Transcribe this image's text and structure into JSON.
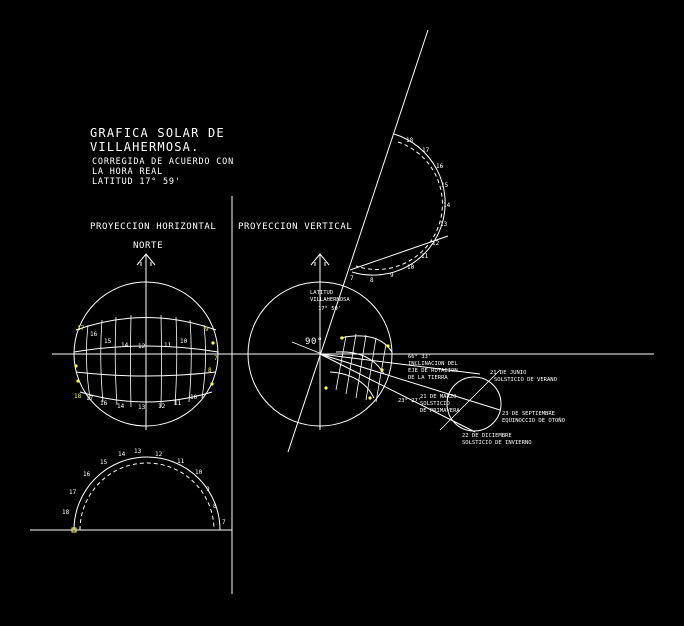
{
  "title": {
    "line1": "GRAFICA SOLAR DE",
    "line2": "VILLAHERMOSA.",
    "note1": "CORREGIDA DE ACUERDO CON",
    "note2": "LA HORA REAL",
    "note3": "LATITUD 17° 59'"
  },
  "horizontal": {
    "heading": "PROYECCION HORIZONTAL",
    "north": "NORTE",
    "hours_left": [
      "17",
      "16",
      "15",
      "14",
      "13",
      "12",
      "11",
      "10",
      "9"
    ],
    "hours_bottom": [
      "18",
      "17",
      "16",
      "15",
      "14",
      "13",
      "12",
      "11",
      "10",
      "9",
      "8"
    ],
    "hours_right": [
      "8",
      "7"
    ]
  },
  "sunpath_arc": {
    "hours": [
      "18",
      "17",
      "16",
      "15",
      "14",
      "13",
      "12",
      "11",
      "10",
      "9",
      "8",
      "7"
    ]
  },
  "vertical": {
    "heading": "PROYECCION VERTICAL",
    "angle_90": "90°",
    "latitud_label1": "LATITUD",
    "latitud_label2": "VILLAHERMOSA",
    "latitud_value": "17° 59'",
    "incl1": "INCLINACION DEL",
    "incl2": "EJE DE ROTACION",
    "incl3": "DE LA TIERRA",
    "incl_value": "66° 33'",
    "angle_2327": "23° 27'",
    "marzo1": "21 DE MARZO",
    "marzo2": "SOLSTICIO",
    "marzo3": "DE PRIMAVERA",
    "junio1": "21 DE JUNIO",
    "junio2": "SOLSTICIO DE VERANO",
    "sept1": "23 DE SEPTIEMBRE",
    "sept2": "EQUINOCCIO DE OTOÑO",
    "dic1": "22 DE DICIEMBRE",
    "dic2": "SOLSTICIO DE INVIERNO"
  },
  "top_arc": {
    "hours": [
      "18",
      "17",
      "16",
      "15",
      "14",
      "13",
      "12",
      "11",
      "10",
      "9",
      "8",
      "7"
    ]
  }
}
